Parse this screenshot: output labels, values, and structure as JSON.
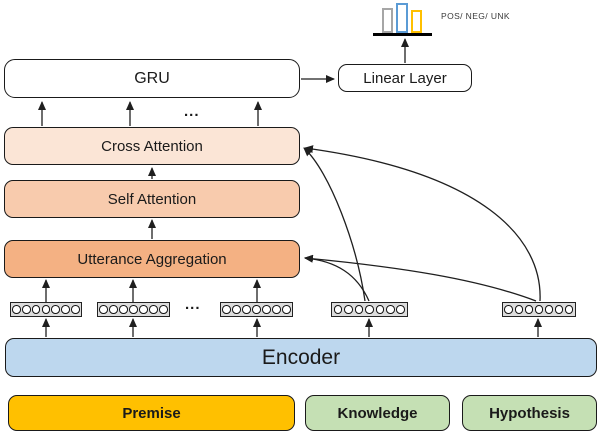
{
  "diagram": {
    "output": {
      "label": "POS/ NEG/ UNK",
      "bars": [
        {
          "name": "pos-bar",
          "color": "#A6A6A6"
        },
        {
          "name": "neg-bar",
          "color": "#5B9BD5"
        },
        {
          "name": "unk-bar",
          "color": "#FFC000"
        }
      ]
    },
    "blocks": {
      "gru": "GRU",
      "linear_layer": "Linear Layer",
      "cross_attention": "Cross Attention",
      "self_attention": "Self Attention",
      "utterance_aggregation": "Utterance Aggregation",
      "encoder": "Encoder"
    },
    "inputs": [
      {
        "label": "Premise",
        "color": "#FFC000"
      },
      {
        "label": "Knowledge",
        "color": "#C5E0B4"
      },
      {
        "label": "Hypothesis",
        "color": "#C5E0B4"
      }
    ],
    "ellipsis": "...",
    "token_strip": {
      "circles": 7,
      "fill": "#DCDCDC"
    },
    "colors": {
      "cross_attention": "#FBE5D6",
      "self_attention": "#F8CBAD",
      "utterance_aggregation": "#F4B183",
      "encoder": "#BDD7EE",
      "line": "#1f1f1f"
    }
  }
}
